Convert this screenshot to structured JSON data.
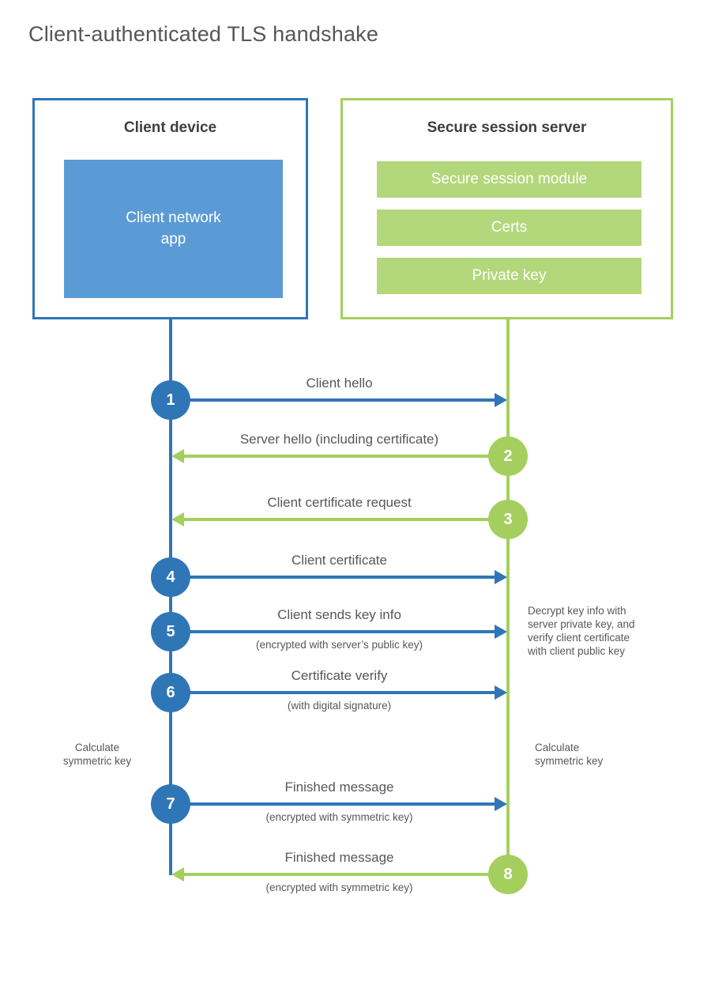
{
  "title": "Client-authenticated TLS handshake",
  "colors": {
    "blue": "#2f76b7",
    "blue_light": "#5b9bd5",
    "green": "#a4cf5e",
    "green_light": "#b3d77b",
    "text": "#56575b",
    "heading": "#3e3f42"
  },
  "client_box": {
    "title": "Client device",
    "module": "Client network\napp"
  },
  "server_box": {
    "title": "Secure session server",
    "modules": [
      "Secure session module",
      "Certs",
      "Private key"
    ]
  },
  "steps": [
    {
      "number": "1",
      "label": "Client hello",
      "sublabel": "",
      "from": "client",
      "to": "server"
    },
    {
      "number": "2",
      "label": "Server hello (including certificate)",
      "sublabel": "",
      "from": "server",
      "to": "client"
    },
    {
      "number": "3",
      "label": "Client certificate request",
      "sublabel": "",
      "from": "server",
      "to": "client"
    },
    {
      "number": "4",
      "label": "Client certificate",
      "sublabel": "",
      "from": "client",
      "to": "server"
    },
    {
      "number": "5",
      "label": "Client sends key info",
      "sublabel": "(encrypted with server’s public key)",
      "from": "client",
      "to": "server"
    },
    {
      "number": "6",
      "label": "Certificate verify",
      "sublabel": "(with digital signature)",
      "from": "client",
      "to": "server"
    },
    {
      "number": "7",
      "label": "Finished message",
      "sublabel": "(encrypted with symmetric key)",
      "from": "client",
      "to": "server"
    },
    {
      "number": "8",
      "label": "Finished message",
      "sublabel": "(encrypted with symmetric key)",
      "from": "server",
      "to": "client"
    }
  ],
  "notes": {
    "decrypt": "Decrypt key info with\nserver private key, and\nverify client certificate\nwith client public key",
    "calc_left": "Calculate\nsymmetric key",
    "calc_right": "Calculate\nsymmetric key"
  }
}
